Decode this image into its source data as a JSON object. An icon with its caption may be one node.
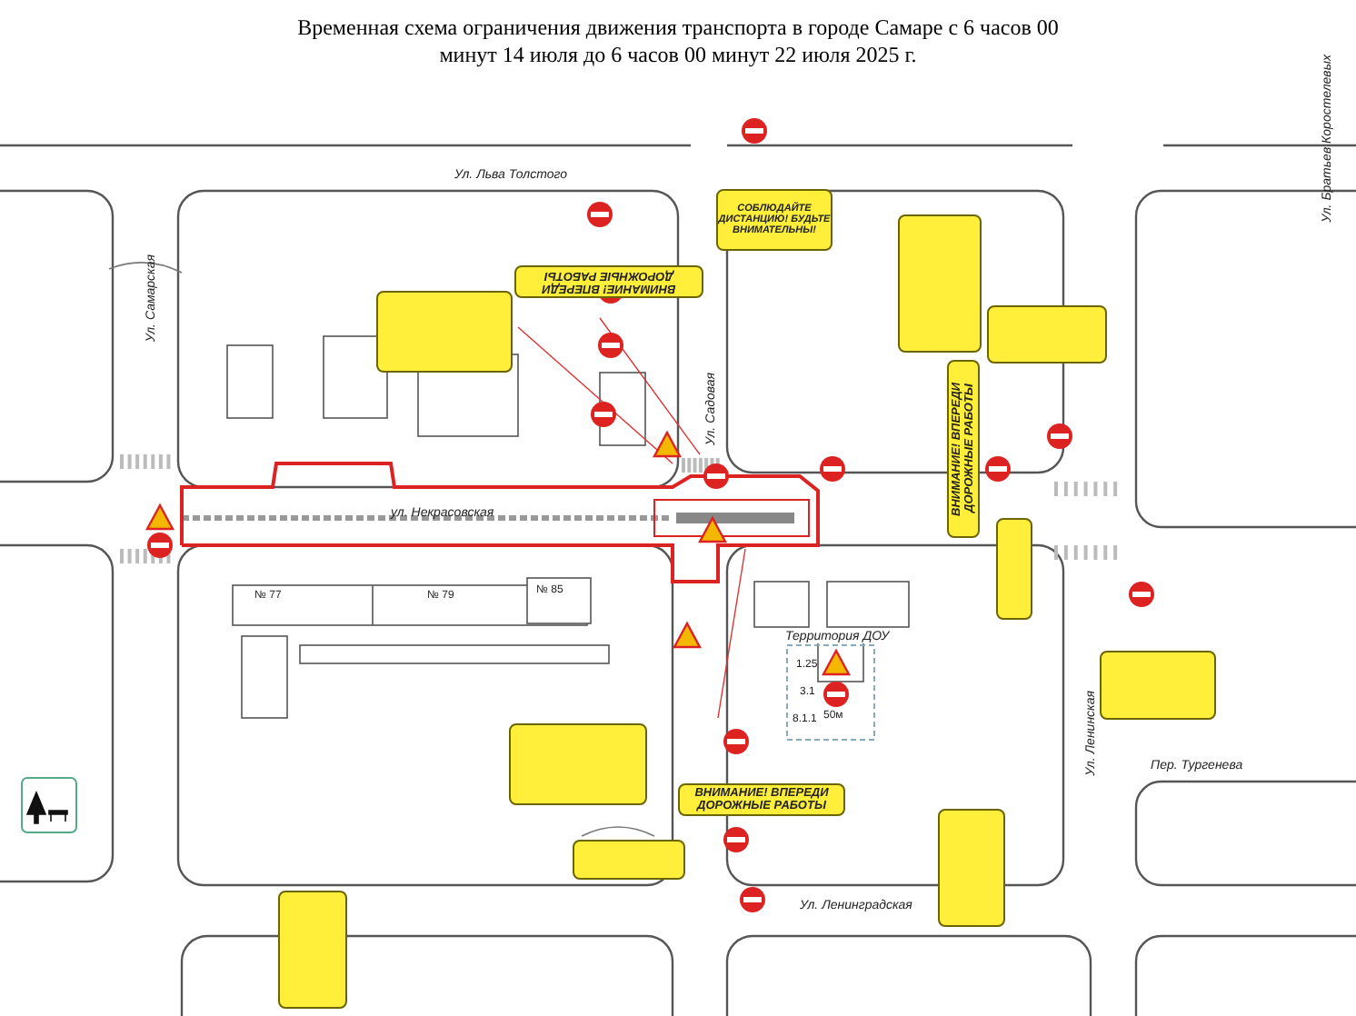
{
  "diagram": {
    "title": "Временная схема ограничения движения транспорта в городе Самаре с 6 часов 00 минут 14 июля до 6 часов 00 минут 22 июля 2025 г.",
    "nodes": [
      {
        "text": [
          "СОБЛЮДАЙТЕ ДИСТАНЦИЮ! БУДЬТЕ ВНИМАТЕЛЬНЫ!"
        ]
      },
      {
        "text": [
          "ВНИМАНИЕ! ВПЕРЕДИ ДОРОЖНЫЕ РАБОТЫ"
        ]
      },
      {
        "text": [
          "ВНИМАНИЕ! ВПЕРЕДИ ДОРОЖНЫЕ РАБОТЫ"
        ]
      },
      {
        "text": [
          "ВНИМАНИЕ! ВПЕРЕДИ ДОРОЖНЫЕ РАБОТЫ"
        ]
      },
      {
        "text": [],
        "shape": "box"
      },
      {
        "text": [],
        "shape": "box"
      },
      {
        "text": [],
        "shape": "box"
      },
      {
        "text": [],
        "shape": "box"
      },
      {
        "text": [],
        "shape": "box"
      },
      {
        "text": [],
        "shape": "box"
      },
      {
        "text": [],
        "shape": "box"
      },
      {
        "text": [],
        "shape": "box"
      },
      {
        "text": [],
        "shape": "box"
      }
    ],
    "labels": [
      "Ул. Льва Толстого",
      "Ул. Братьев Коростелевых",
      "Ул. Самарская",
      "Ул. Садовая",
      "ул. Некрасовская",
      "№ 77",
      "№ 79",
      "№ 85",
      "Территория ДОУ",
      "1.25",
      "3.1",
      "8.1.1",
      "50м",
      "Ул. Ленинская",
      "Пер. Тургенева",
      "Ул. Ленинградская"
    ]
  }
}
